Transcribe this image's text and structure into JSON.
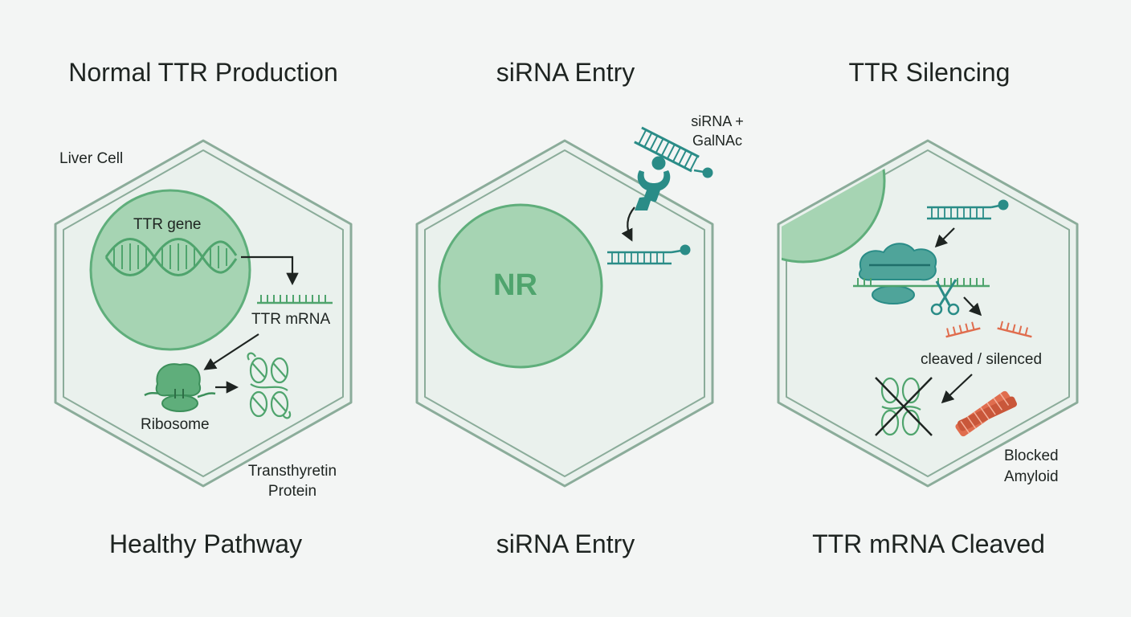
{
  "colors": {
    "background": "#f3f5f4",
    "cell_fill": "#eaf1ed",
    "cell_border": "#8bac9a",
    "nucleus": "#a6d4b3",
    "green": "#4fa46d",
    "teal": "#2a8c87",
    "red": "#e06d4e",
    "ink": "#1e2421"
  },
  "panels": [
    {
      "title": "Normal TTR Production",
      "caption": "Healthy Pathway",
      "labels": {
        "cell": "Liver Cell",
        "gene": "TTR gene",
        "mrna": "TTR mRNA",
        "ribosome": "Ribosome",
        "protein_line1": "Transthyretin",
        "protein_line2": "Protein"
      }
    },
    {
      "title": "siRNA Entry",
      "caption": "siRNA Entry",
      "labels": {
        "nucleus": "NR",
        "sirna_line1": "siRNA +",
        "sirna_line2": "GalNAc"
      }
    },
    {
      "title": "TTR Silencing",
      "caption": "TTR mRNA Cleaved",
      "labels": {
        "cleaved": "cleaved / silenced",
        "blocked_line1": "Blocked",
        "blocked_line2": "Amyloid"
      }
    }
  ]
}
